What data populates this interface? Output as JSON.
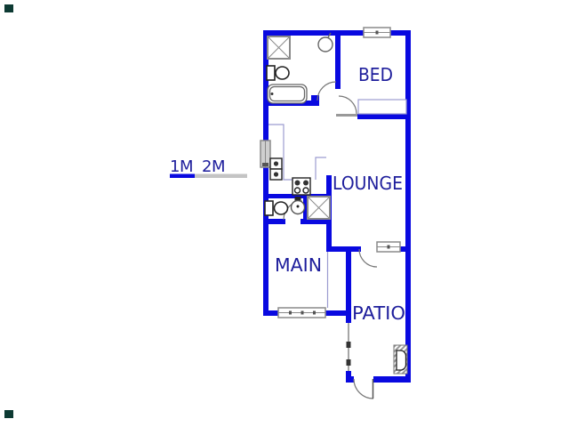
{
  "title": "Floor plan drawing",
  "labels": {
    "bed": "BED",
    "lounge": "LOUNGE",
    "main": "MAIN",
    "patio": "PATIO"
  },
  "scale_bar": {
    "labels": [
      "1M",
      "2M"
    ],
    "segment_colors": {
      "first": "#0909e0",
      "second": "#c4c4c4"
    }
  },
  "colors": {
    "wall_blue": "#0909e0",
    "label_navy": "#1e1e9c",
    "fixture_gray": "#8a8a8a",
    "fixture_dark": "#222222",
    "counter_lavender": "#9c9cd0",
    "corner_marker": "#0d3a33",
    "background": "#ffffff"
  },
  "fixtures": [
    "shower-bathroom1",
    "toilet-bathroom1",
    "bath-tub",
    "ceiling-light",
    "kitchen-sink-double",
    "stove-4-plate",
    "toilet-wc",
    "basin-wc",
    "shower-wc",
    "built-in-cupboard",
    "braai-fireplace"
  ],
  "windows": [
    "bed-top-window",
    "kitchen-side-window",
    "main-bottom-window",
    "lounge-bottom-window"
  ],
  "doors": [
    "bathroom-door",
    "bed-door",
    "wc-door",
    "lounge-patio-door",
    "patio-exterior-door",
    "patio-side-door"
  ]
}
